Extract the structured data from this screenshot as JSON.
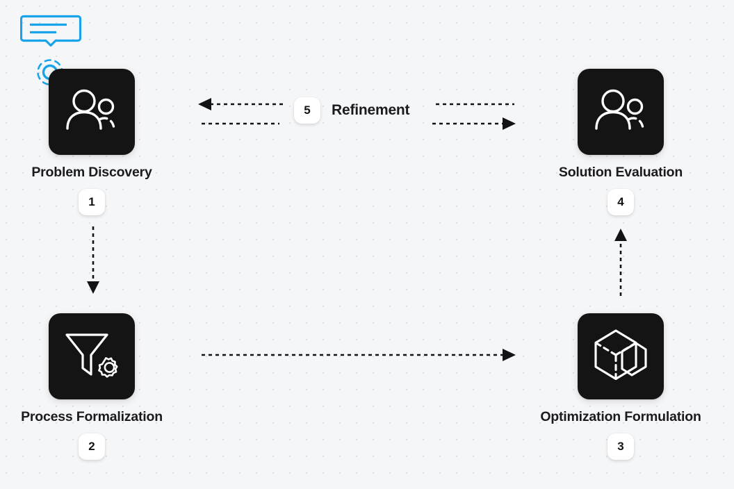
{
  "diagram": {
    "background_color": "#f5f6f8",
    "dot_color": "#dcdfe5",
    "accent_color": "#19a3e8",
    "node_color": "#141414",
    "text_color": "#1b1b1f",
    "nodes": [
      {
        "id": "problem-discovery",
        "label": "Problem Discovery",
        "badge": "1",
        "icon": "people-icon"
      },
      {
        "id": "solution-evaluation",
        "label": "Solution Evaluation",
        "badge": "4",
        "icon": "people-icon"
      },
      {
        "id": "process-formalization",
        "label": "Process Formalization",
        "badge": "2",
        "icon": "funnel-gear-icon"
      },
      {
        "id": "optimization-formulation",
        "label": "Optimization Formulation",
        "badge": "3",
        "icon": "cube-icon"
      }
    ],
    "refinement": {
      "badge": "5",
      "label": "Refinement"
    },
    "callout": {
      "icon": "speech-bubble-icon",
      "cursor": "click-target-icon"
    }
  }
}
